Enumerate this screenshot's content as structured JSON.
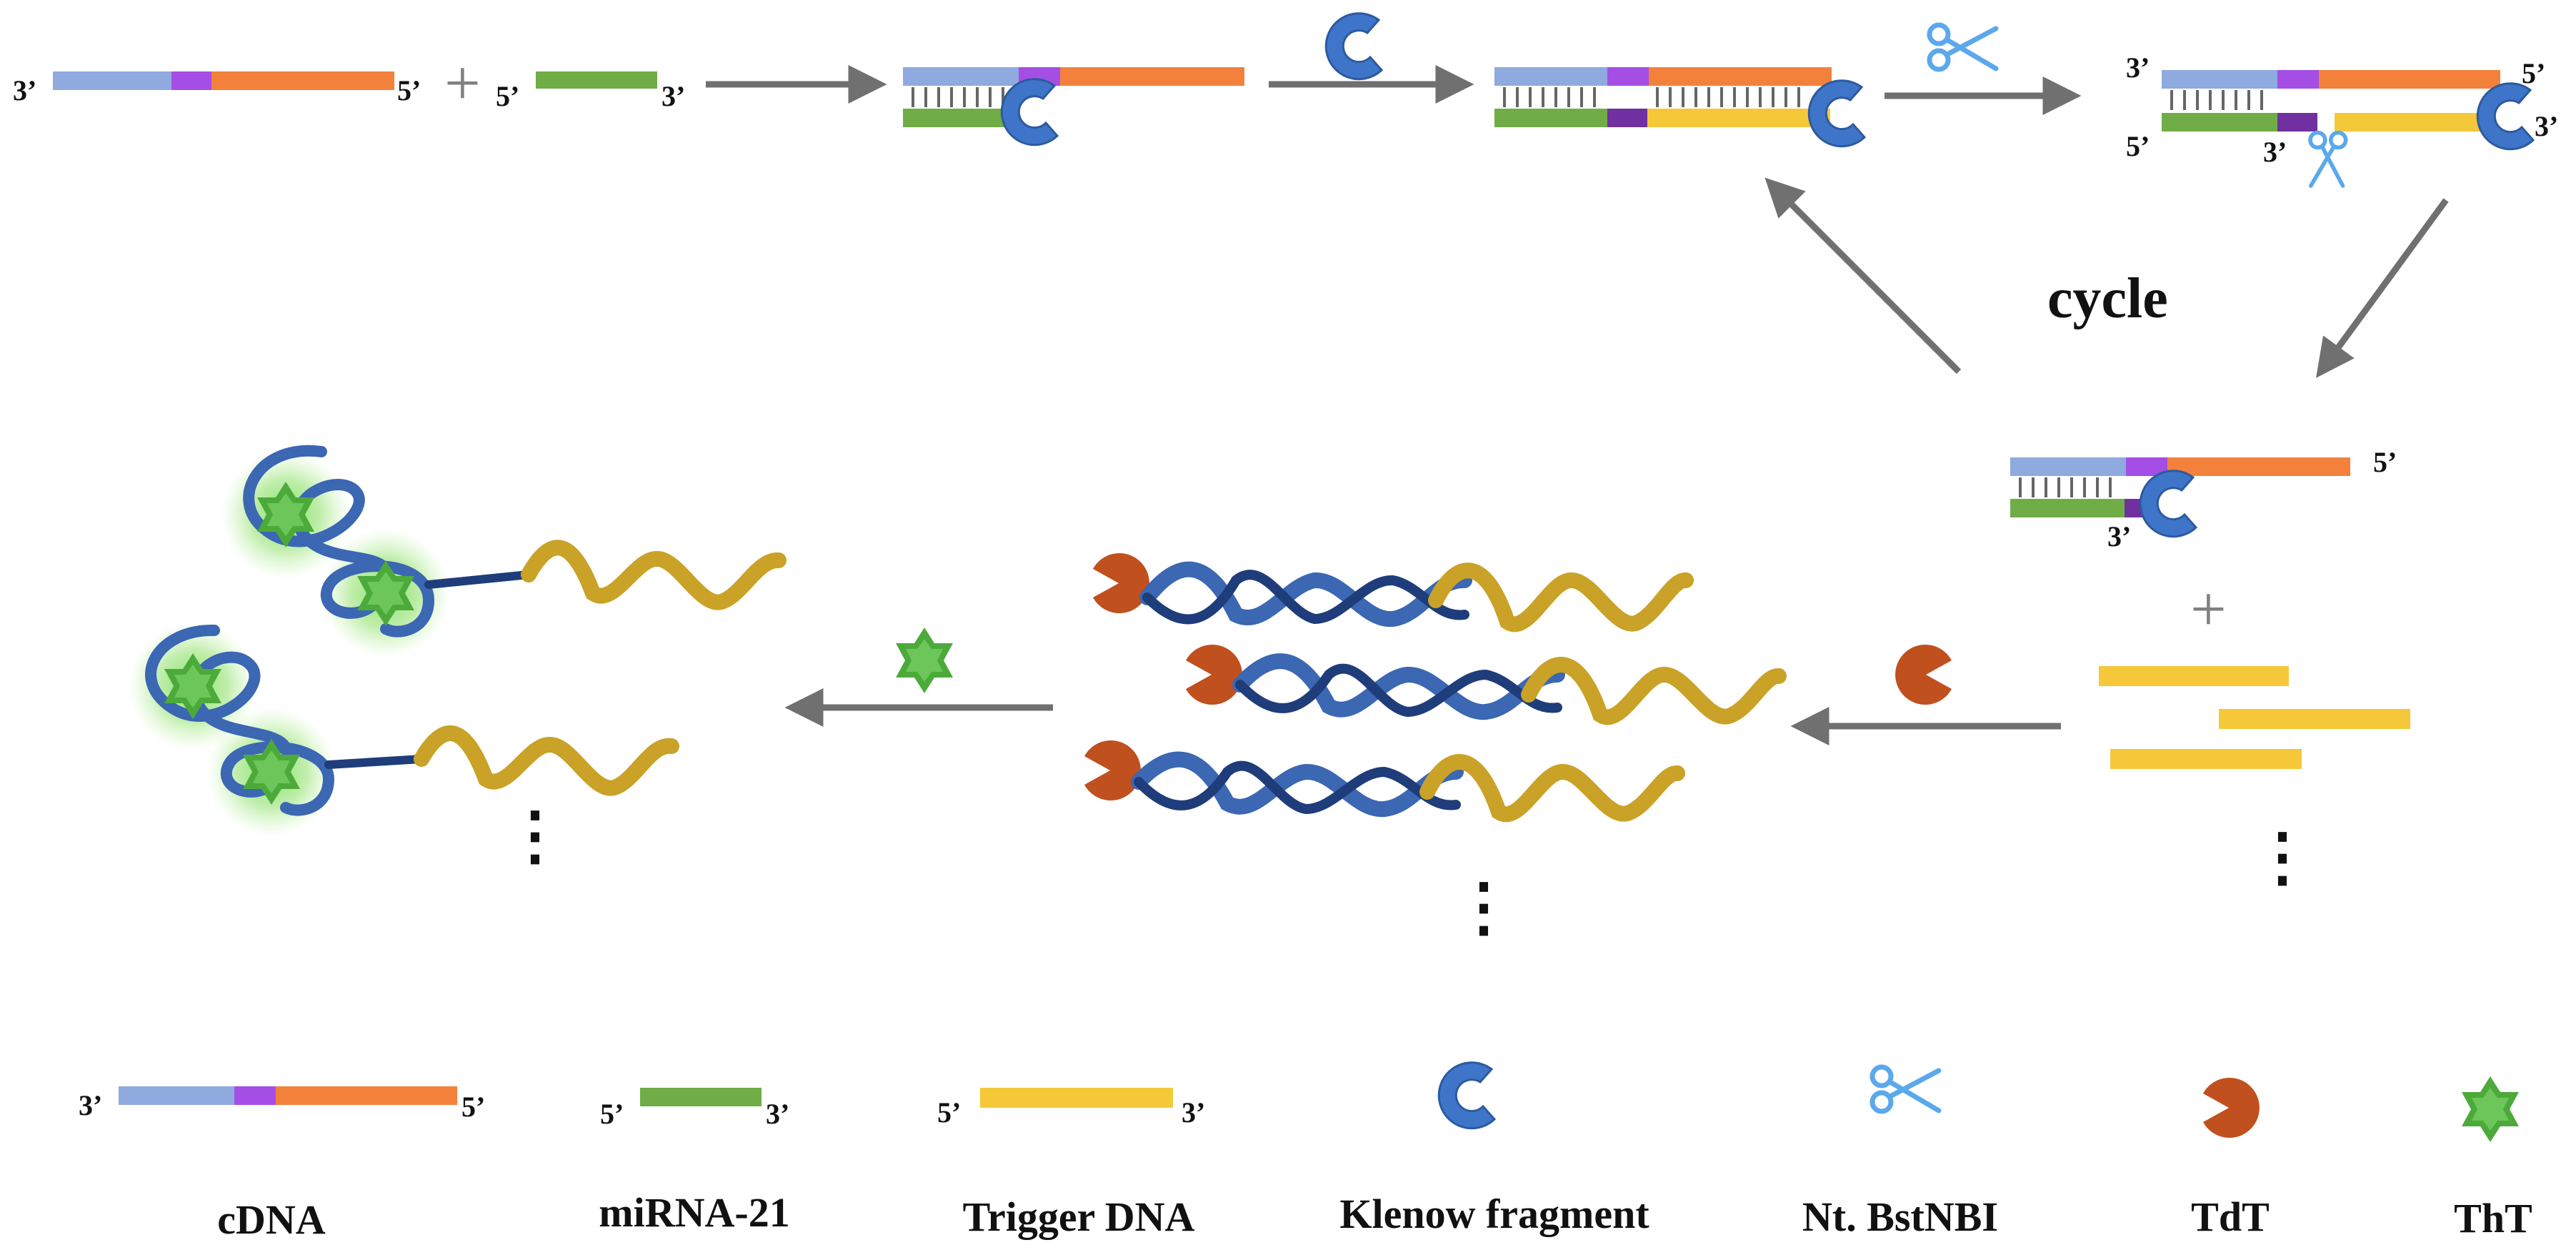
{
  "colors": {
    "light_blue": "#8eaadf",
    "purple": "#a54ee6",
    "dark_purple": "#7030a0",
    "orange": "#f3813c",
    "green": "#70ad47",
    "yellow": "#f5c83a",
    "gold": "#c9a227",
    "klenow_blue": "#3f75c8",
    "scissors_blue": "#5ba8ec",
    "tdt_red": "#c0501e",
    "tht_green": "#4caa3a",
    "arrow_gray": "#707070",
    "helix_blue": "#3b67b3",
    "text": "#111111"
  },
  "icons": {
    "klenow": "klenow-fragment-icon",
    "scissors": "scissors-icon",
    "tdt": "tdt-pacman-icon",
    "tht": "tht-star-icon"
  },
  "primes": {
    "three": "3’",
    "five": "5’"
  },
  "operators": {
    "plus": "+",
    "ellipsis": "⋮"
  },
  "cycle_label": "cycle",
  "legend": {
    "cdna": "cDNA",
    "mirna": "miRNA-21",
    "trigger": "Trigger DNA",
    "klenow": "Klenow fragment",
    "nickase": "Nt. BstNBI",
    "tdt": "TdT",
    "tht": "ThT"
  }
}
